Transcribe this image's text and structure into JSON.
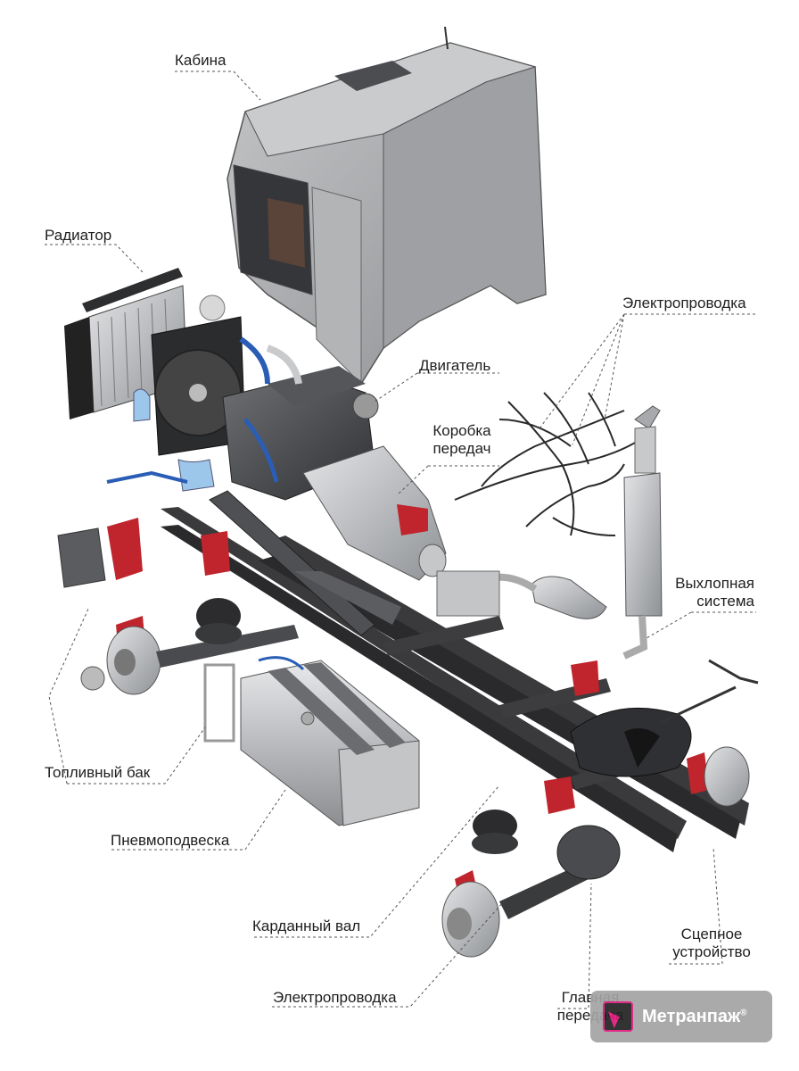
{
  "labels": {
    "cabin": "Кабина",
    "radiator": "Радиатор",
    "wiring_top": "Электропроводка",
    "engine": "Двигатель",
    "gearbox_line1": "Коробка",
    "gearbox_line2": "передач",
    "exhaust_line1": "Выхлопная",
    "exhaust_line2": "система",
    "fuel_tank": "Топливный бак",
    "air_suspension": "Пневмоподвеска",
    "driveshaft": "Карданный вал",
    "coupling_line1": "Сцепное",
    "coupling_line2": "устройство",
    "wiring_bottom": "Электропроводка",
    "final_drive_line1": "Главная",
    "final_drive_line2": "передача"
  },
  "watermark": {
    "brand": "Метранпаж",
    "mark": "®"
  },
  "colors": {
    "frame": "#3a3a3c",
    "cab": "#a9abad",
    "brake_red": "#c0242c",
    "hose_blue": "#2a5db5",
    "coolant": "#9cc7ea",
    "steel": "#b8babd",
    "leader": "#555555"
  }
}
